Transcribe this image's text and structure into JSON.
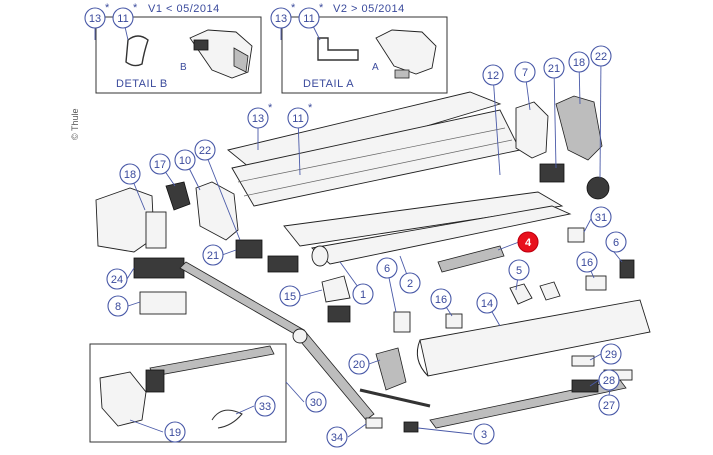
{
  "copyright": "© Thule",
  "detail_b": {
    "callouts": [
      "13",
      "11"
    ],
    "variant_label": "V1 < 05/2014",
    "title": "DETAIL B",
    "letter": "B"
  },
  "detail_a": {
    "callouts": [
      "13",
      "11"
    ],
    "variant_label": "V2 > 05/2014",
    "title": "DETAIL A",
    "letter": "A"
  },
  "asterisk": "*",
  "callouts": [
    {
      "id": "13",
      "label": "13"
    },
    {
      "id": "11",
      "label": "11"
    },
    {
      "id": "12",
      "label": "12"
    },
    {
      "id": "7",
      "label": "7"
    },
    {
      "id": "21",
      "label": "21"
    },
    {
      "id": "18",
      "label": "18"
    },
    {
      "id": "22",
      "label": "22"
    },
    {
      "id": "17",
      "label": "17"
    },
    {
      "id": "10",
      "label": "10"
    },
    {
      "id": "22b",
      "label": "22"
    },
    {
      "id": "18b",
      "label": "18"
    },
    {
      "id": "21b",
      "label": "21"
    },
    {
      "id": "31",
      "label": "31"
    },
    {
      "id": "4",
      "label": "4",
      "highlight": true
    },
    {
      "id": "6",
      "label": "6"
    },
    {
      "id": "24",
      "label": "24"
    },
    {
      "id": "5",
      "label": "5"
    },
    {
      "id": "16",
      "label": "16"
    },
    {
      "id": "16b",
      "label": "16"
    },
    {
      "id": "8",
      "label": "8"
    },
    {
      "id": "15",
      "label": "15"
    },
    {
      "id": "1",
      "label": "1"
    },
    {
      "id": "2",
      "label": "2"
    },
    {
      "id": "6b",
      "label": "6"
    },
    {
      "id": "14",
      "label": "14"
    },
    {
      "id": "20",
      "label": "20"
    },
    {
      "id": "29",
      "label": "29"
    },
    {
      "id": "30",
      "label": "30"
    },
    {
      "id": "28",
      "label": "28"
    },
    {
      "id": "33",
      "label": "33"
    },
    {
      "id": "27",
      "label": "27"
    },
    {
      "id": "19",
      "label": "19"
    },
    {
      "id": "34",
      "label": "34"
    },
    {
      "id": "3",
      "label": "3"
    }
  ]
}
